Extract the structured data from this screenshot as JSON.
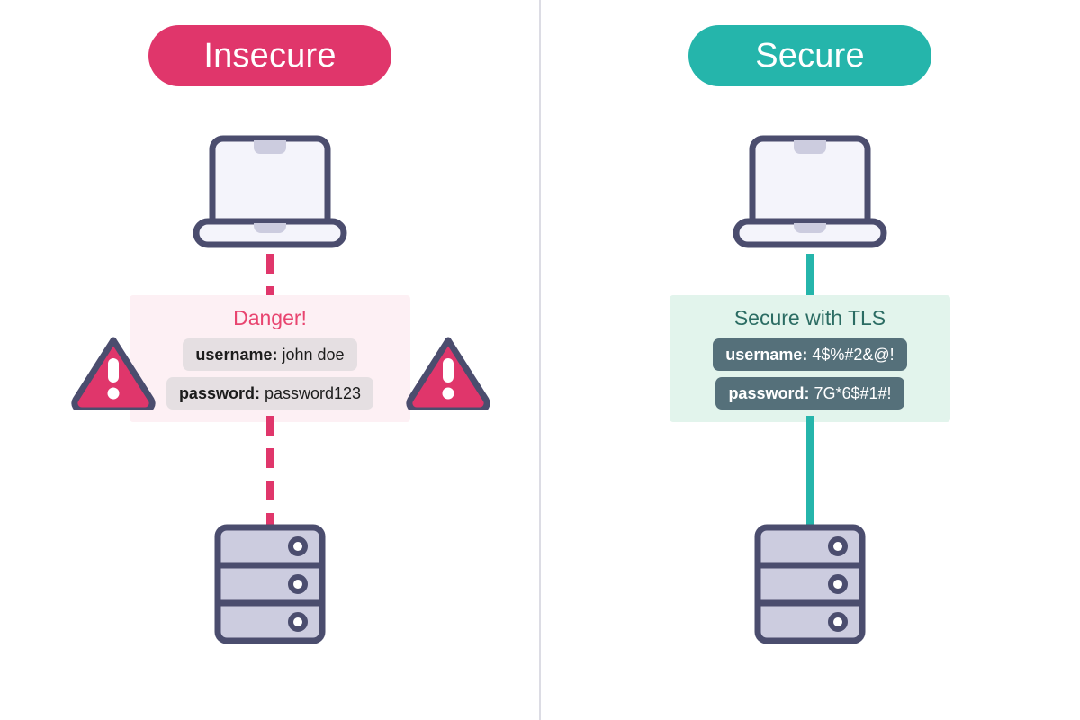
{
  "diagram": {
    "title_left": "Insecure",
    "title_right": "Secure",
    "colors": {
      "insecure": "#e0366b",
      "secure": "#25b5ab",
      "outline": "#4b4d6e",
      "device_fill": "#ccccdf",
      "screen_fill": "#f4f4fb",
      "danger_panel": "#fdf0f4",
      "safe_panel": "#e2f4ec",
      "danger_pill": "#e5dfe2",
      "safe_pill": "#55707a",
      "danger_text": "#e8446f",
      "safe_text": "#2b6c63",
      "divider": "#dcdce4"
    }
  },
  "left": {
    "badge": "Insecure",
    "panel_title": "Danger!",
    "credentials": [
      {
        "key": "username:",
        "value": "john doe"
      },
      {
        "key": "password:",
        "value": "password123"
      }
    ],
    "icons": {
      "client": "laptop-icon",
      "server": "server-icon",
      "flank_left": "warning-triangle-icon",
      "flank_right": "warning-triangle-icon",
      "connector": "dashed-line"
    }
  },
  "right": {
    "badge": "Secure",
    "panel_title": "Secure with TLS",
    "credentials": [
      {
        "key": "username:",
        "value": "4$%#2&@!"
      },
      {
        "key": "password:",
        "value": "7G*6$#1#!"
      }
    ],
    "icons": {
      "client": "laptop-icon",
      "server": "server-icon",
      "flank_left": "shield-icon",
      "flank_right": "padlock-icon",
      "connector": "solid-line"
    }
  }
}
